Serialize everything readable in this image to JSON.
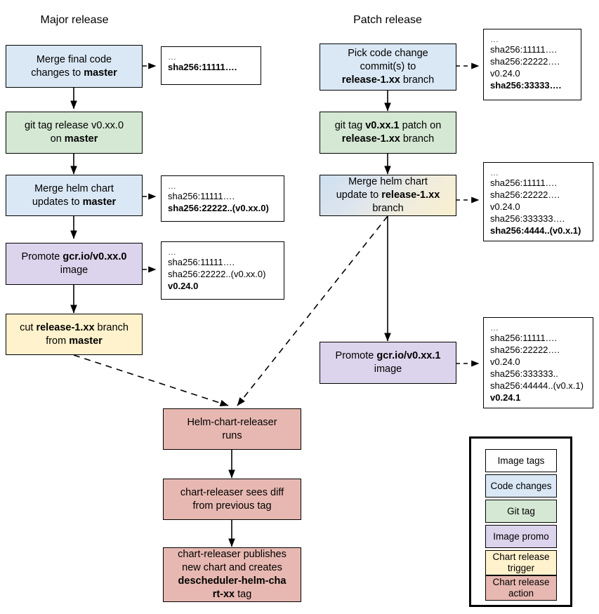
{
  "titles": {
    "major": "Major release",
    "patch": "Patch release"
  },
  "major_flow": [
    {
      "id": "merge-final-code",
      "type": "code-changes",
      "color": "#dae8f5",
      "lines": [
        {
          "t": "Merge final code",
          "b": false
        },
        {
          "t": "changes to ",
          "b": false,
          "bold_tail": "master"
        }
      ]
    },
    {
      "id": "git-tag-release",
      "type": "git-tag",
      "color": "#d5e8d4",
      "lines": [
        {
          "t": "git tag release v0.xx.0",
          "b": false
        },
        {
          "t": "on ",
          "b": false,
          "bold_tail": "master"
        }
      ]
    },
    {
      "id": "merge-helm-chart-updates",
      "type": "code-changes",
      "color": "#dae8f5",
      "lines": [
        {
          "t": "Merge helm chart",
          "b": false
        },
        {
          "t": "updates to ",
          "b": false,
          "bold_tail": "master"
        }
      ]
    },
    {
      "id": "promote-image-major",
      "type": "image-promo",
      "color": "#dcd3ec",
      "lines": [
        {
          "t": "Promote ",
          "b": false,
          "bold_tail": "gcr.io/v0.xx.0"
        },
        {
          "t": "image",
          "b": false
        }
      ]
    },
    {
      "id": "cut-release-branch",
      "type": "chart-release-trigger",
      "color": "#fff2cc",
      "lines": [
        {
          "t": "cut ",
          "b": false,
          "bold_mid": "release-1.xx",
          "tail": " branch"
        },
        {
          "t": "from ",
          "b": false,
          "bold_tail": "master"
        }
      ]
    }
  ],
  "patch_flow": [
    {
      "id": "pick-code-change",
      "type": "code-changes",
      "color": "#dae8f5",
      "lines": [
        {
          "t": "Pick code change"
        },
        {
          "t": "commit(s) to"
        },
        {
          "bold_head": "release-1.xx",
          "tail": " branch"
        }
      ]
    },
    {
      "id": "git-tag-patch",
      "type": "git-tag",
      "color": "#d5e8d4",
      "lines": [
        {
          "t": "git tag ",
          "bold_mid": "v0.xx.1",
          "tail": " patch on"
        },
        {
          "bold_head": "release-1.xx",
          "tail": " branch"
        }
      ]
    },
    {
      "id": "merge-helm-chart-update-patch",
      "type": "code-changes-trigger-gradient",
      "color": "gradient",
      "lines": [
        {
          "t": "Merge helm chart"
        },
        {
          "t": "update to ",
          "bold_tail": "release-1.xx"
        },
        {
          "t": "branch"
        }
      ]
    },
    {
      "id": "promote-image-patch",
      "type": "image-promo",
      "color": "#dcd3ec",
      "lines": [
        {
          "t": "Promote ",
          "bold_tail": "gcr.io/v0.xx.1"
        },
        {
          "t": "image"
        }
      ]
    }
  ],
  "releaser_flow": [
    {
      "id": "helm-chart-releaser-runs",
      "type": "chart-release-action",
      "color": "#e7b8b1",
      "lines": [
        {
          "t": "Helm-chart-releaser"
        },
        {
          "t": "runs"
        }
      ]
    },
    {
      "id": "chart-releaser-sees-diff",
      "type": "chart-release-action",
      "color": "#e7b8b1",
      "lines": [
        {
          "t": "chart-releaser sees diff"
        },
        {
          "t": "from previous tag"
        }
      ]
    },
    {
      "id": "chart-releaser-publishes",
      "type": "chart-release-action",
      "color": "#e7b8b1",
      "lines": [
        {
          "t": "chart-releaser publishes"
        },
        {
          "t": "new chart and creates"
        },
        {
          "bold_head": "descheduler-helm-cha"
        },
        {
          "bold_head": "rt-xx",
          "tail": " tag"
        }
      ]
    }
  ],
  "tag_boxes": [
    {
      "id": "tags-after-merge-final-code",
      "lines": [
        {
          "text": "…",
          "bold": false
        },
        {
          "text": "sha256:11111….",
          "bold": true
        }
      ]
    },
    {
      "id": "tags-after-merge-helm-chart-updates",
      "lines": [
        {
          "text": "…",
          "bold": false
        },
        {
          "text": "sha256:11111….",
          "bold": false
        },
        {
          "text": "sha256:22222..(v0.xx.0)",
          "bold": true
        }
      ]
    },
    {
      "id": "tags-after-promote-image-major",
      "lines": [
        {
          "text": "…",
          "bold": false
        },
        {
          "text": "sha256:11111….",
          "bold": false
        },
        {
          "text": "sha256:22222..(v0.xx.0)",
          "bold": false
        },
        {
          "text": "v0.24.0",
          "bold": true
        }
      ]
    },
    {
      "id": "tags-after-pick-code-change",
      "lines": [
        {
          "text": "…",
          "bold": false
        },
        {
          "text": "sha256:11111….",
          "bold": false
        },
        {
          "text": "sha256:22222….",
          "bold": false
        },
        {
          "text": "v0.24.0",
          "bold": false
        },
        {
          "text": "sha256:33333….",
          "bold": true
        }
      ]
    },
    {
      "id": "tags-after-merge-helm-chart-update-patch",
      "lines": [
        {
          "text": "…",
          "bold": false
        },
        {
          "text": "sha256:11111….",
          "bold": false
        },
        {
          "text": "sha256:22222….",
          "bold": false
        },
        {
          "text": "v0.24.0",
          "bold": false
        },
        {
          "text": "sha256:333333….",
          "bold": false
        },
        {
          "text": "sha256:4444..(v0.x.1)",
          "bold": true
        }
      ]
    },
    {
      "id": "tags-after-promote-image-patch",
      "lines": [
        {
          "text": "…",
          "bold": false
        },
        {
          "text": "sha256:11111….",
          "bold": false
        },
        {
          "text": "sha256:22222….",
          "bold": false
        },
        {
          "text": "v0.24.0",
          "bold": false
        },
        {
          "text": "sha256:333333..",
          "bold": false
        },
        {
          "text": "sha256:44444..(v0.x.1)",
          "bold": false
        },
        {
          "text": "v0.24.1",
          "bold": true
        }
      ]
    }
  ],
  "legend": {
    "items": [
      {
        "label": "Image tags",
        "color": "#ffffff"
      },
      {
        "label": "Code changes",
        "color": "#dae8f5"
      },
      {
        "label": "Git tag",
        "color": "#d5e8d4"
      },
      {
        "label": "Image promo",
        "color": "#dcd3ec"
      },
      {
        "label": "Chart release\ntrigger",
        "color": "#fff2cc"
      },
      {
        "label": "Chart release\naction",
        "color": "#e7b8b1"
      }
    ]
  },
  "colors": {
    "code_changes": "#dae8f5",
    "git_tag": "#d5e8d4",
    "image_promo": "#dcd3ec",
    "chart_release_trigger": "#fff2cc",
    "chart_release_action": "#e7b8b1",
    "stroke": "#000000",
    "background": "#ffffff"
  }
}
